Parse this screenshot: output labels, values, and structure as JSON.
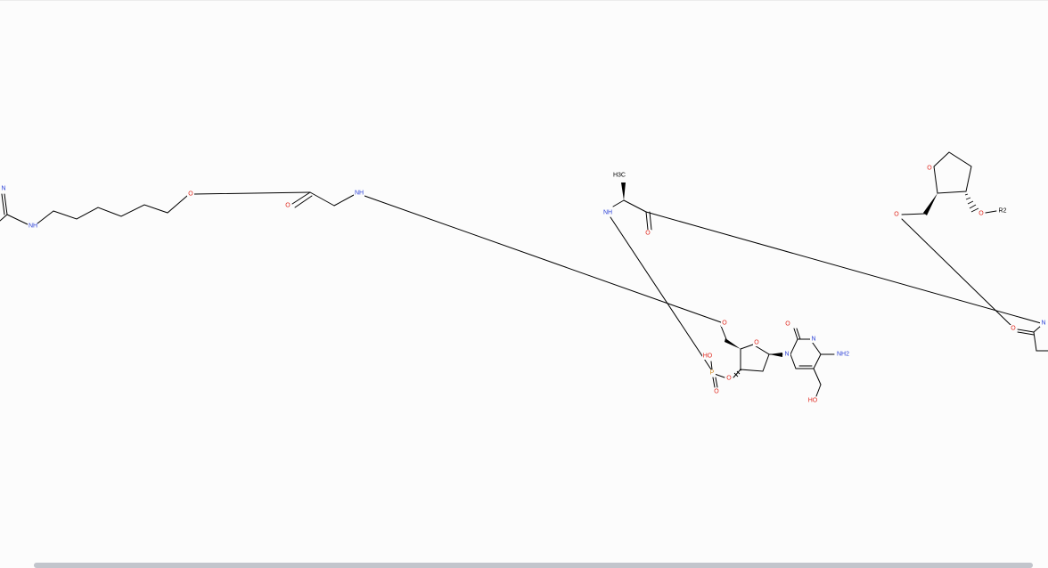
{
  "colors": {
    "carbon": "#000000",
    "oxygen": "#e0281e",
    "nitrogen": "#2a3fd6",
    "phosphorus": "#d4891c"
  },
  "atoms": {
    "n_top_left": "N",
    "nh_left": "NH",
    "o_ether": "O",
    "o_carbonyl_1": "O",
    "nh_amide_1": "NH",
    "h3c": "H3C",
    "nh_ala": "NH",
    "o_ala": "O",
    "o_thf_ring": "O",
    "o_r2_link": "O",
    "r2": "R2",
    "o_thf_ch2": "O",
    "o_5prime": "O",
    "o_sugar_ring": "O",
    "n1": "N",
    "o_c2": "O",
    "n3": "N",
    "nh2": "NH2",
    "ho_ch2": "HO",
    "o_3prime": "O",
    "p": "P",
    "oh_p": "HO",
    "o_p_double": "O",
    "n_right": "N",
    "o_right": "O"
  },
  "icons": {
    "scrollbar": "horizontal-scrollbar"
  }
}
